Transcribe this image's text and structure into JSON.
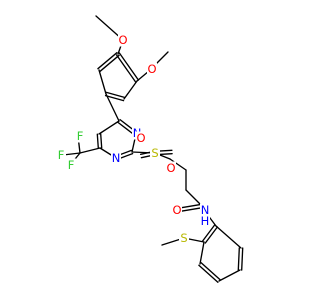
{
  "molecule": {
    "atoms": {
      "o_methoxy_top": {
        "label": "O",
        "color": "#ff0000"
      },
      "o_methoxy_right": {
        "label": "O",
        "color": "#ff0000"
      },
      "n_pyrimidine_upper": {
        "label": "N",
        "color": "#0000ff"
      },
      "n_pyrimidine_lower": {
        "label": "N",
        "color": "#0000ff"
      },
      "s_sulfonyl": {
        "label": "S",
        "color": "#b8b800"
      },
      "o_sulfonyl_left": {
        "label": "O",
        "color": "#ff0000"
      },
      "o_sulfonyl_right": {
        "label": "O",
        "color": "#ff0000"
      },
      "f_top": {
        "label": "F",
        "color": "#33cc33"
      },
      "f_left": {
        "label": "F",
        "color": "#33cc33"
      },
      "f_bottom": {
        "label": "F",
        "color": "#33cc33"
      },
      "o_amide": {
        "label": "O",
        "color": "#ff0000"
      },
      "n_amide": {
        "label": "N",
        "color": "#0000ff"
      },
      "h_amide": {
        "label": "H",
        "color": "#0000ff"
      },
      "s_thioether": {
        "label": "S",
        "color": "#b8b800"
      }
    }
  }
}
